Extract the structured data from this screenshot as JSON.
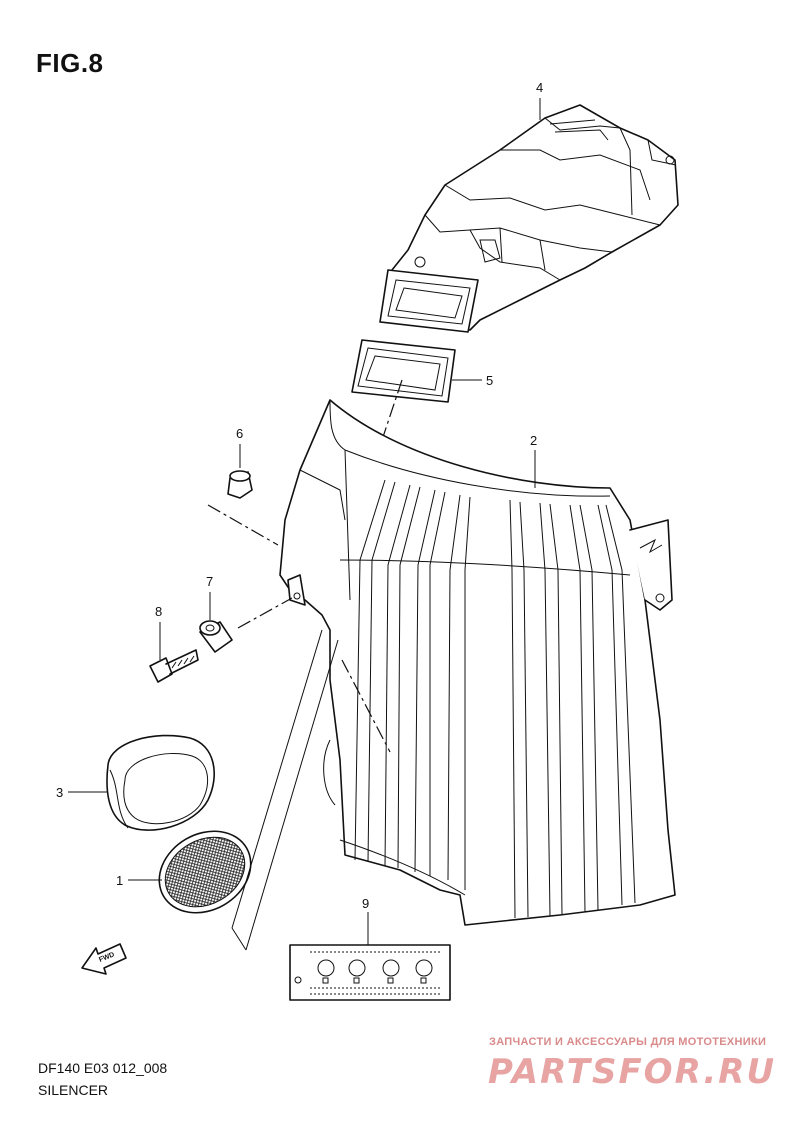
{
  "figure": {
    "title": "FIG.8"
  },
  "parts": [
    {
      "number": "1",
      "label": "1"
    },
    {
      "number": "2",
      "label": "2"
    },
    {
      "number": "3",
      "label": "3"
    },
    {
      "number": "4",
      "label": "4"
    },
    {
      "number": "5",
      "label": "5"
    },
    {
      "number": "6",
      "label": "6"
    },
    {
      "number": "7",
      "label": "7"
    },
    {
      "number": "8",
      "label": "8"
    },
    {
      "number": "9",
      "label": "9"
    }
  ],
  "direction_arrow": {
    "label": "FWD",
    "icon": "fwd-arrow-icon"
  },
  "caption": {
    "code": "DF140 E03 012_008",
    "name": "SILENCER"
  },
  "watermark": {
    "subtitle": "ЗАПЧАСТИ И АКСЕССУАРЫ ДЛЯ МОТОТЕХНИКИ",
    "logo": "PARTSFOR.RU"
  }
}
